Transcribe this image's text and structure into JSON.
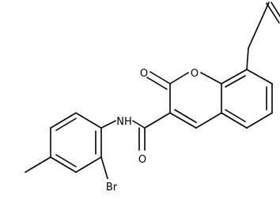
{
  "structure": {
    "atoms": {
      "ring_oxygen": "O",
      "carbonyl_oxygen_lactone": "O",
      "carbonyl_oxygen_amide": "O",
      "amide_nitrogen": "NH",
      "bromine": "Br"
    }
  }
}
